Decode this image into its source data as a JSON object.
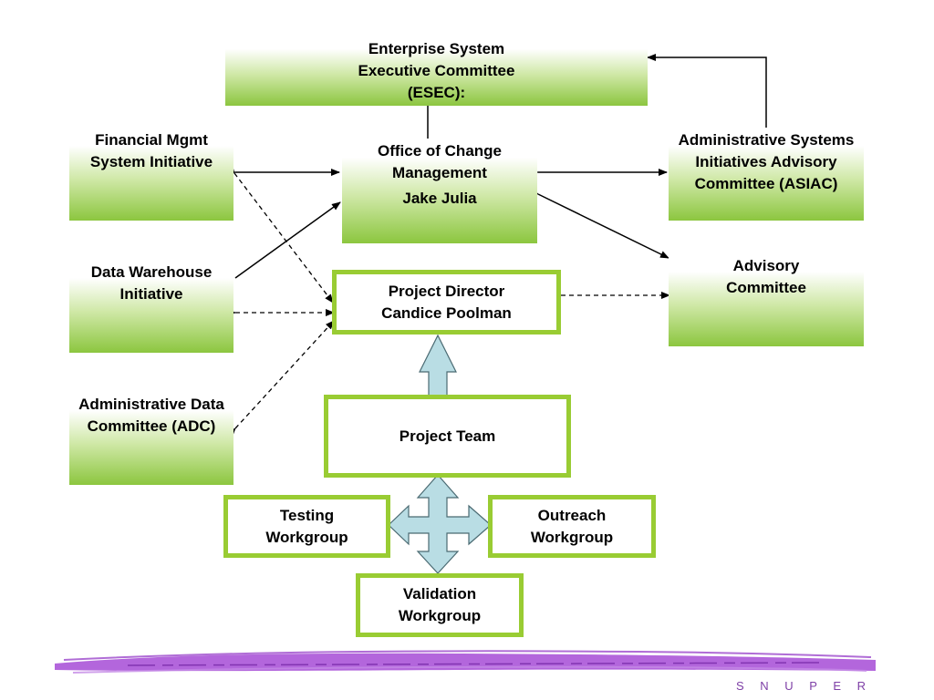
{
  "boxes": {
    "esec": "Enterprise System Executive Committee (ESEC):",
    "ocm_title": "Office of Change Management",
    "ocm_name": "Jake Julia",
    "fmsi": "Financial Mgmt System Initiative",
    "asiac": "Administrative Systems Initiatives Advisory Committee (ASIAC)",
    "dwi": "Data Warehouse Initiative",
    "project_director_title": "Project Director",
    "project_director_name": "Candice Poolman",
    "advisory": "Advisory Committee",
    "adc": "Administrative Data Committee (ADC)",
    "project_team": "Project Team",
    "testing": "Testing Workgroup",
    "outreach": "Outreach Workgroup",
    "validation": "Validation Workgroup"
  },
  "footer": {
    "brand": "S N U P E R"
  },
  "colors": {
    "green_fill": "#8cc63f",
    "green_border": "#99cc33",
    "arrow_fill": "#b9dde4",
    "brush": "#a64bd6"
  }
}
